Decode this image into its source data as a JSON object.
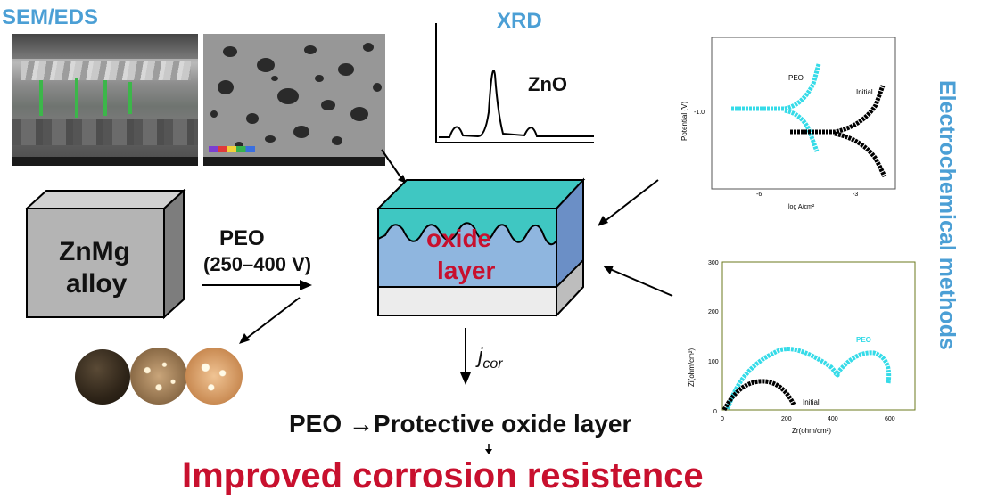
{
  "titles": {
    "sem_eds": "SEM/EDS",
    "xrd": "XRD",
    "electrochemical": "Electrochemical methods"
  },
  "xrd_panel": {
    "peak_label": "ZnO"
  },
  "alloy_block": {
    "line1": "ZnMg",
    "line2": "alloy"
  },
  "process_step": {
    "name": "PEO",
    "voltage": "(250–400 V)"
  },
  "oxide_box": {
    "line1": "oxide",
    "line2": "layer"
  },
  "current_label": {
    "symbol": "j",
    "subscript": "cor"
  },
  "conclusion": {
    "peo": "PEO",
    "arrow": "→",
    "result": "Protective oxide layer",
    "final": "Improved corrosion resistence"
  },
  "polarization_plot": {
    "ylabel": "Potential (V)",
    "xlabel": "log A/cm²",
    "ytick": "-1.0",
    "xticks": [
      "-6",
      "-3"
    ],
    "curves": [
      "PEO",
      "Initial"
    ]
  },
  "nyquist_plot": {
    "ylabel": "Zi(ohm/cm²)",
    "xlabel": "Zr(ohm/cm²)",
    "yticks": [
      "0",
      "100",
      "200",
      "300"
    ],
    "xticks": [
      "0",
      "200",
      "400",
      "600"
    ],
    "curves": [
      "PEO",
      "Initial"
    ]
  },
  "colors": {
    "accent_blue": "#4b9fd5",
    "final_red": "#c8102e",
    "cyan_curve": "#35dbe8",
    "oxide_top": "#3fc7c2",
    "oxide_body": "#8fb6df",
    "grey_block": "#b4b4b4"
  }
}
